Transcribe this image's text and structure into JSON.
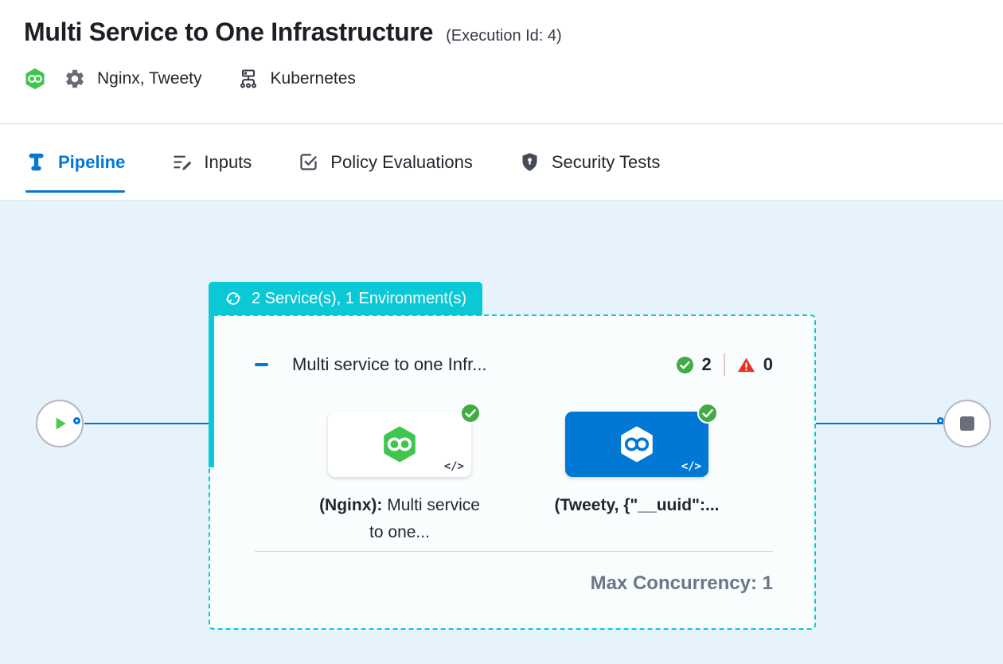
{
  "header": {
    "title": "Multi Service to One Infrastructure",
    "execution_id": "(Execution Id: 4)",
    "services": "Nginx, Tweety",
    "environments": "Kubernetes"
  },
  "tabs": {
    "pipeline": "Pipeline",
    "inputs": "Inputs",
    "policy": "Policy Evaluations",
    "security": "Security Tests"
  },
  "pipeline": {
    "matrix_badge": "2 Service(s), 1 Environment(s)",
    "group_title": "Multi service to one Infr...",
    "success_count": "2",
    "failure_count": "0",
    "stage1": {
      "label_strong": "(Nginx):",
      "label_rest": " Multi service to one..."
    },
    "stage2": {
      "label_strong": "(Tweety, {\"__uuid\":...",
      "label_rest": ""
    },
    "code_icon": "</>",
    "max_concurrency": "Max Concurrency: 1"
  },
  "icons": {
    "harness_service": "green-hexagon-infinity",
    "gear": "settings-gear",
    "infrastructure": "server-network",
    "pipeline_tab": "pipe-beam",
    "inputs_tab": "lines-pencil",
    "policy_tab": "square-check",
    "security_tab": "shield-keyhole",
    "matrix": "loop-arrows",
    "success": "check-circle",
    "failure": "warning-triangle",
    "start": "play",
    "end": "stop"
  },
  "colors": {
    "accent_blue": "#0278d5",
    "teal": "#0bc8d6",
    "success_green": "#42ab45",
    "logo_green": "#3fc64e",
    "error_red": "#e43326",
    "canvas_bg": "#e6f3fb"
  }
}
